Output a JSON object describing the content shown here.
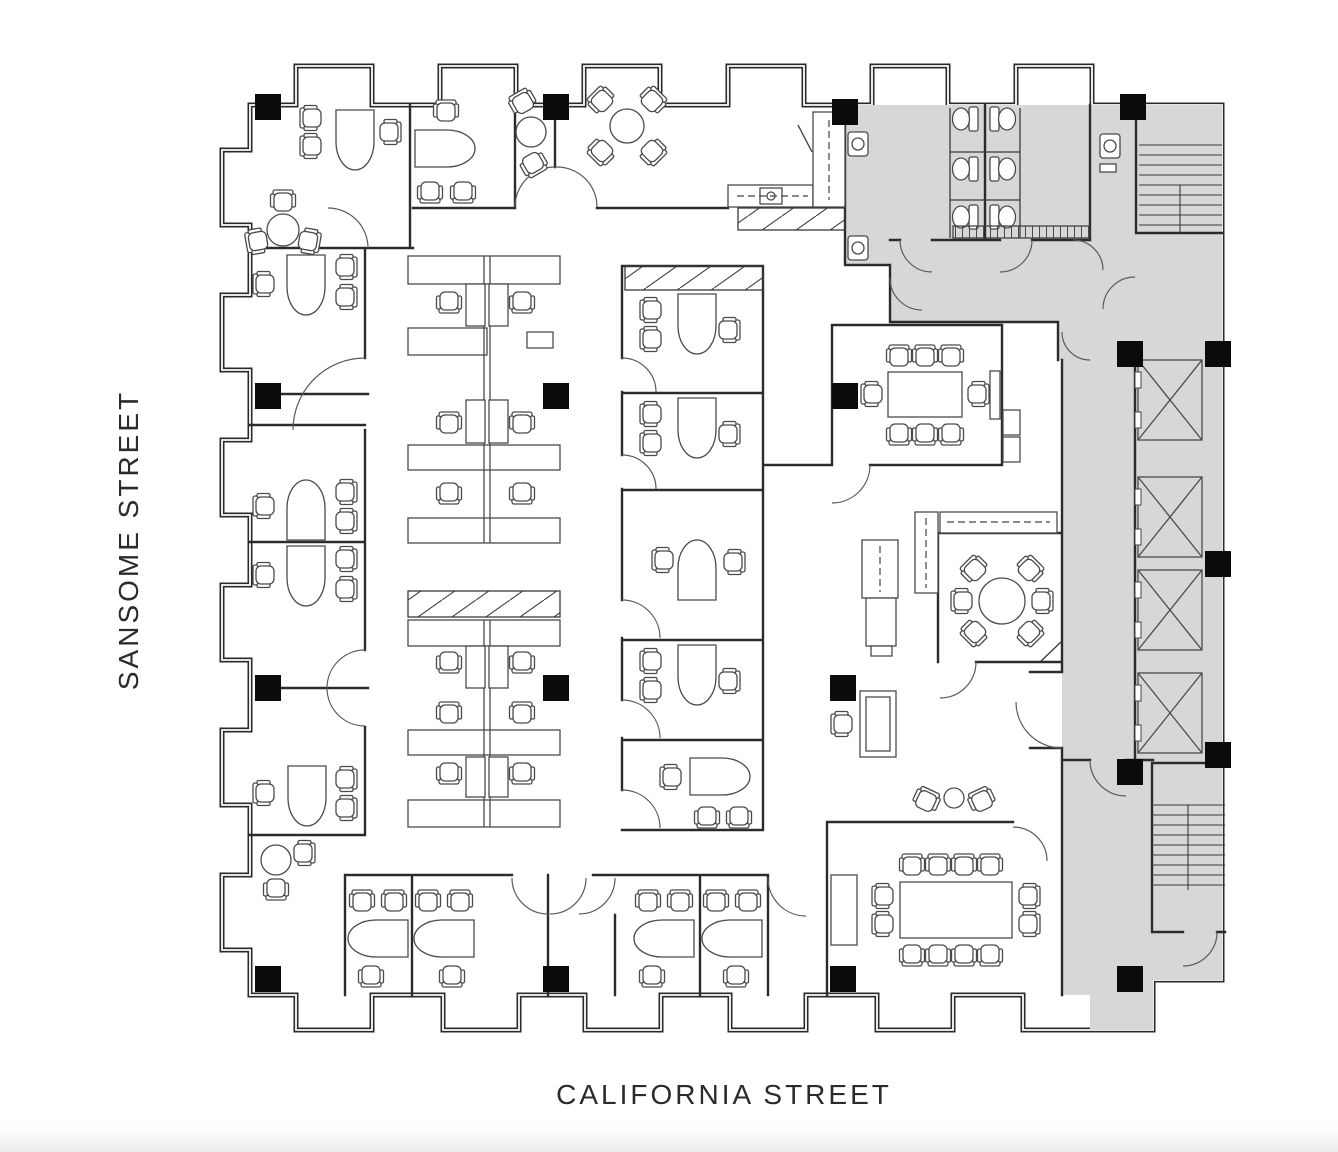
{
  "labels": {
    "left_street": "SANSOME STREET",
    "bottom_street": "CALIFORNIA STREET"
  },
  "colors": {
    "background": "#ffffff",
    "wall_line": "#2a2a2a",
    "furniture_line": "#4a4a4a",
    "core_fill": "#d7d7d7",
    "column_fill": "#0b0b0b",
    "label_text": "#2b2b2b"
  },
  "icons": {
    "column": "filled-black-square",
    "elevator": "square-with-x-cross",
    "stairs": "parallel-tread-lines",
    "door": "quarter-circle-swing-arc",
    "toilet": "tank-and-bowl-glyph",
    "storage": "diagonal-hatch-band",
    "sink": "box-with-circle"
  }
}
